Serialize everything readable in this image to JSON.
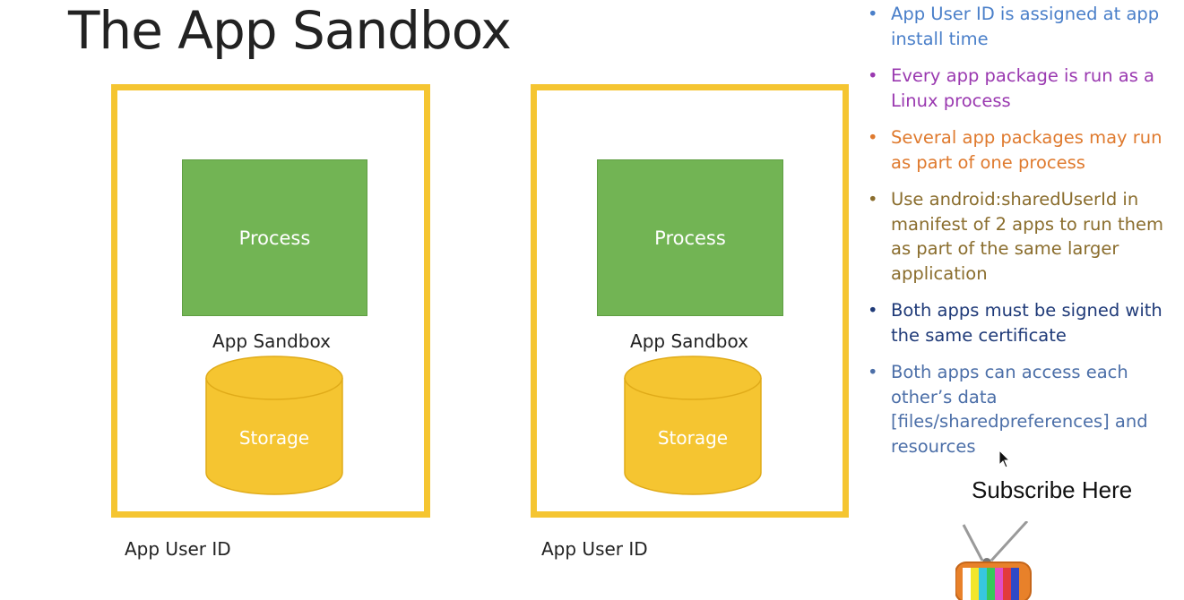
{
  "title": "The App Sandbox",
  "sandboxes": [
    {
      "process_label": "Process",
      "sandbox_label": "App Sandbox",
      "storage_label": "Storage",
      "user_id_label": "App User ID"
    },
    {
      "process_label": "Process",
      "sandbox_label": "App Sandbox",
      "storage_label": "Storage",
      "user_id_label": "App User ID"
    }
  ],
  "bullets": [
    {
      "text": "App User ID is assigned at app install time",
      "color": "#4a7fc9"
    },
    {
      "text": "Every app package is run as a Linux process",
      "color": "#9a39b0"
    },
    {
      "text": "Several app packages may run as part of one process",
      "color": "#df7a2e"
    },
    {
      "text": "Use android:sharedUserId in manifest of 2 apps to run them as part of the same larger application",
      "color": "#8a6d2d"
    },
    {
      "text": "Both apps must be signed with the same certificate",
      "color": "#1f3a78"
    },
    {
      "text": "Both apps can access each other’s data [files/sharedpreferences] and resources",
      "color": "#4c6fa8"
    }
  ],
  "subscribe_label": "Subscribe Here",
  "colors": {
    "sandbox_border": "#f5c531",
    "process_fill": "#72b454",
    "storage_fill": "#f5c531"
  },
  "icons": [
    "tv-icon",
    "mouse-cursor-icon"
  ]
}
